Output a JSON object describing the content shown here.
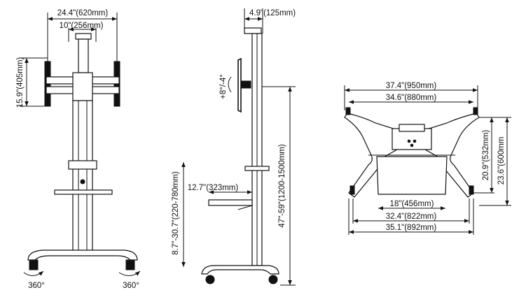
{
  "front_view": {
    "overall_width": "24.4\"(620mm)",
    "vesa_width": "10\"(256mm)",
    "bracket_height": "15.9\"(405mm)",
    "caster_rotation_left": "360°",
    "caster_rotation_right": "360°"
  },
  "side_view": {
    "depth_top": "4.9\"(125mm)",
    "tilt_range": "+8°/-4°",
    "shelf_depth": "12.7\"(323mm)",
    "shelf_height_range": "8.7\"-30.7\"(220-780mm)",
    "total_height_range": "47\"-59\"(1200-1500mm)"
  },
  "base_view": {
    "outer_width": "37.4\"(950mm)",
    "inner_width": "34.6\"(880mm)",
    "shelf_width": "18\"(456mm)",
    "caster_span": "32.4\"(822mm)",
    "base_width": "35.1\"(892mm)",
    "depth_inner": "20.9\"(532mm)",
    "depth_outer": "23.6\"(600mm"
  }
}
